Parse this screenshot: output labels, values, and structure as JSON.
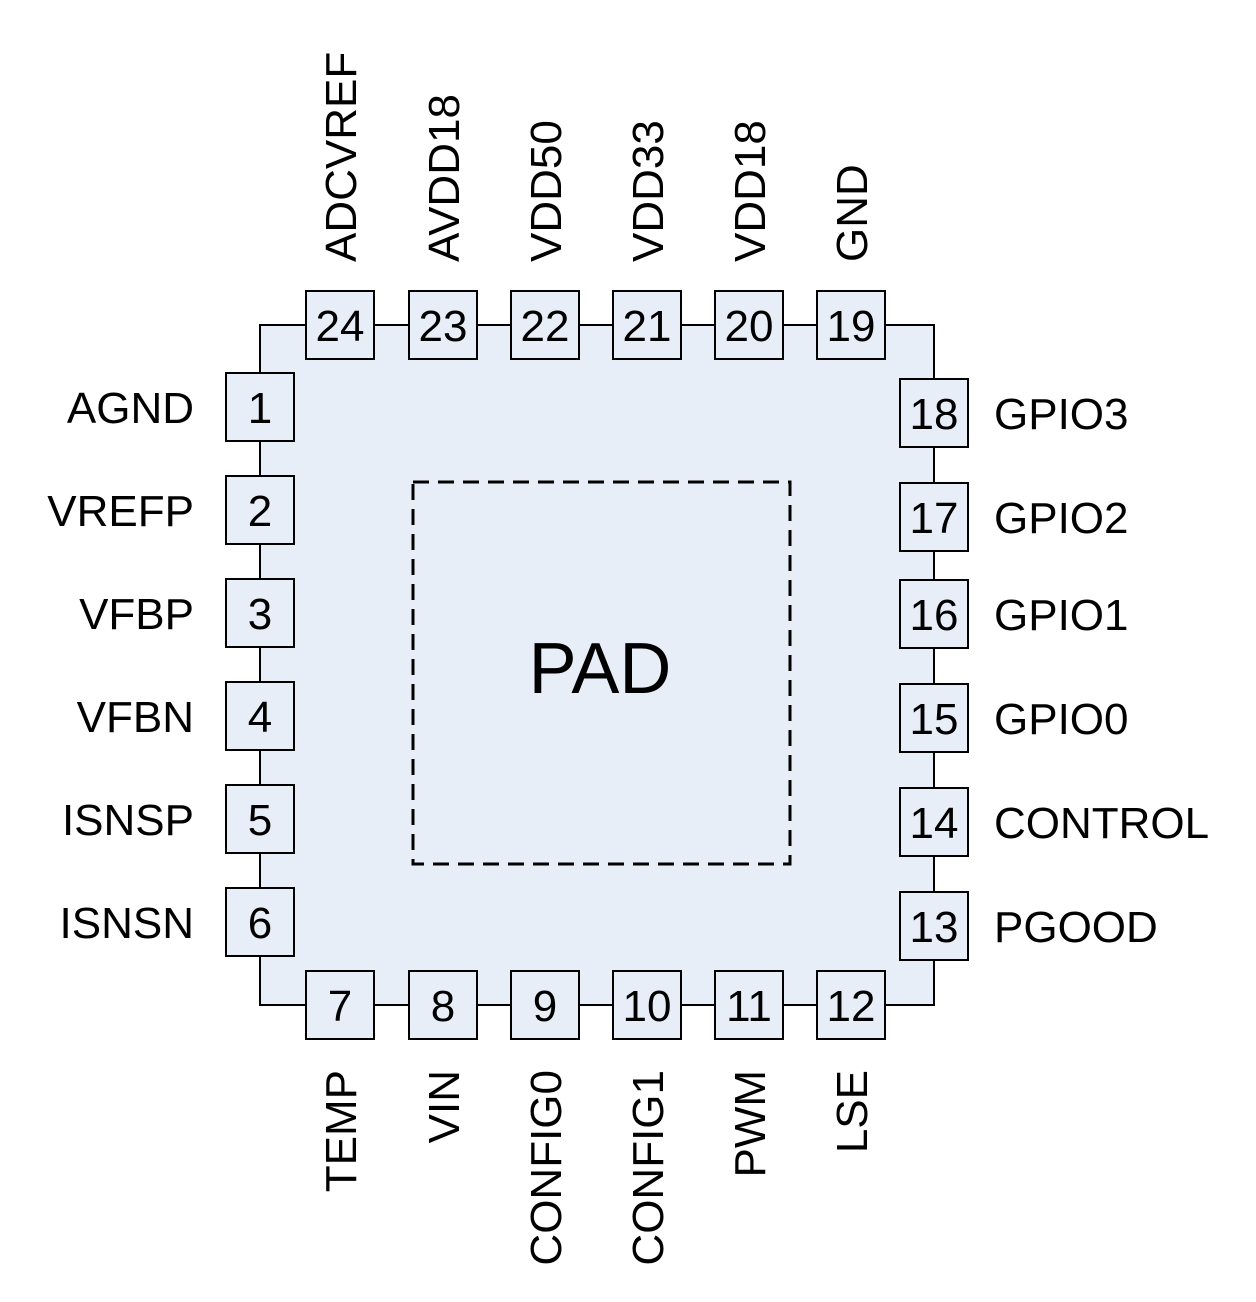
{
  "package": {
    "center_label": "PAD",
    "body_fill": "#e8eef8",
    "outline_color": "#000000"
  },
  "pins": {
    "left": [
      {
        "number": "1",
        "name": "AGND"
      },
      {
        "number": "2",
        "name": "VREFP"
      },
      {
        "number": "3",
        "name": "VFBP"
      },
      {
        "number": "4",
        "name": "VFBN"
      },
      {
        "number": "5",
        "name": "ISNSP"
      },
      {
        "number": "6",
        "name": "ISNSN"
      }
    ],
    "bottom": [
      {
        "number": "7",
        "name": "TEMP"
      },
      {
        "number": "8",
        "name": "VIN"
      },
      {
        "number": "9",
        "name": "CONFIG0"
      },
      {
        "number": "10",
        "name": "CONFIG1"
      },
      {
        "number": "11",
        "name": "PWM"
      },
      {
        "number": "12",
        "name": "LSE"
      }
    ],
    "right": [
      {
        "number": "13",
        "name": "PGOOD"
      },
      {
        "number": "14",
        "name": "CONTROL"
      },
      {
        "number": "15",
        "name": "GPIO0"
      },
      {
        "number": "16",
        "name": "GPIO1"
      },
      {
        "number": "17",
        "name": "GPIO2"
      },
      {
        "number": "18",
        "name": "GPIO3"
      }
    ],
    "top": [
      {
        "number": "19",
        "name": "GND"
      },
      {
        "number": "20",
        "name": "VDD18"
      },
      {
        "number": "21",
        "name": "VDD33"
      },
      {
        "number": "22",
        "name": "VDD50"
      },
      {
        "number": "23",
        "name": "AVDD18"
      },
      {
        "number": "24",
        "name": "ADCVREF"
      }
    ]
  }
}
